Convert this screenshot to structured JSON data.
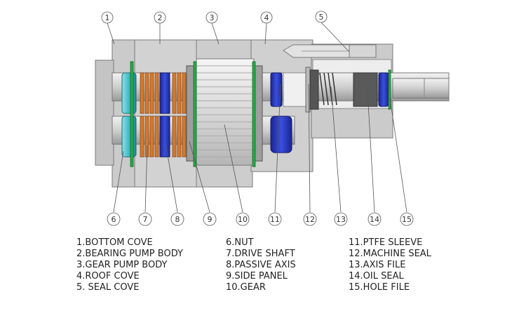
{
  "callouts": [
    "1",
    "2",
    "3",
    "4",
    "5",
    "6",
    "7",
    "8",
    "9",
    "10",
    "11",
    "12",
    "13",
    "14",
    "15"
  ],
  "legend": {
    "col1": [
      "1.BOTTOM COVE",
      "2.BEARING PUMP BODY",
      "3.GEAR PUMP BODY",
      "4.ROOF COVE",
      "5. SEAL COVE"
    ],
    "col2": [
      "6.NUT",
      "7.DRIVE SHAFT",
      "8.PASSIVE AXIS",
      "9.SIDE PANEL",
      "10.GEAR"
    ],
    "col3": [
      "11.PTFE SLEEVE",
      "12.MACHINE SEAL",
      "13.AXIS FILE",
      "14.OIL SEAL",
      "15.HOLE FILE"
    ]
  },
  "colors": {
    "housing": "#cfcfcf",
    "housing_dark": "#a9a9a9",
    "cyan_bearing": "#3fb8c4",
    "orange_bearing": "#d4792e",
    "blue_bearing": "#2d3ec8",
    "green_ring": "#2aa84a",
    "gear": "#e4e4e4"
  }
}
